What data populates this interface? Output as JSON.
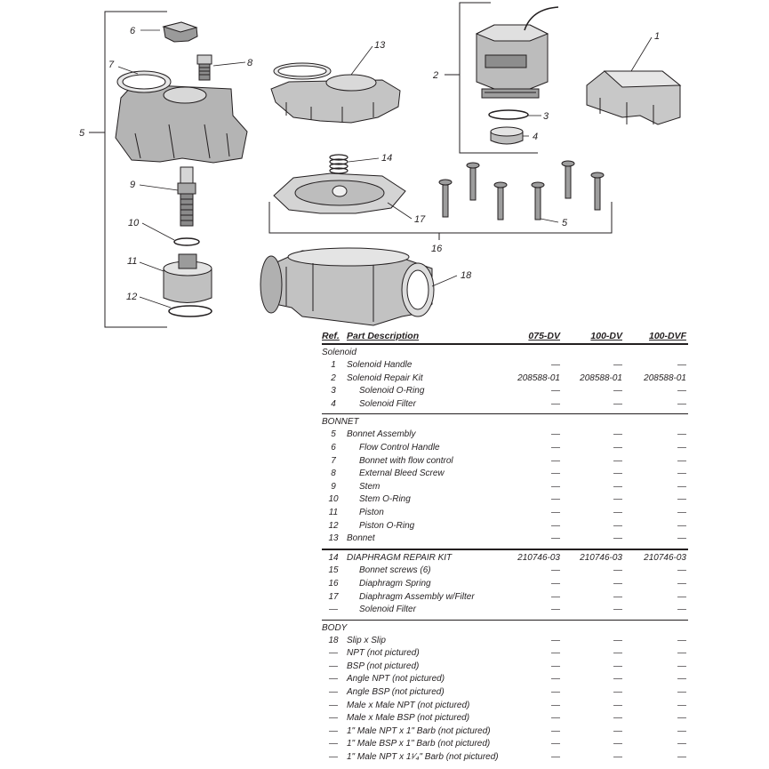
{
  "diagram": {
    "callouts": [
      "1",
      "2",
      "3",
      "4",
      "5",
      "6",
      "7",
      "8",
      "9",
      "10",
      "11",
      "12",
      "13",
      "14",
      "16",
      "17",
      "18"
    ]
  },
  "table": {
    "headers": {
      "ref": "Ref.",
      "desc": "Part Description",
      "col1": "075-DV",
      "col2": "100-DV",
      "col3": "100-DVF"
    },
    "sections": [
      {
        "title": "Solenoid",
        "rows": [
          {
            "ref": "1",
            "desc": "Solenoid Handle",
            "indent": false,
            "v": [
              "—",
              "—",
              "—"
            ]
          },
          {
            "ref": "2",
            "desc": "Solenoid Repair Kit",
            "indent": false,
            "v": [
              "208588-01",
              "208588-01",
              "208588-01"
            ]
          },
          {
            "ref": "3",
            "desc": "Solenoid O-Ring",
            "indent": true,
            "v": [
              "—",
              "—",
              "—"
            ]
          },
          {
            "ref": "4",
            "desc": "Solenoid Filter",
            "indent": true,
            "v": [
              "—",
              "—",
              "—"
            ]
          }
        ]
      },
      {
        "title": "BONNET",
        "rows": [
          {
            "ref": "5",
            "desc": "Bonnet Assembly",
            "indent": false,
            "v": [
              "—",
              "—",
              "—"
            ]
          },
          {
            "ref": "6",
            "desc": "Flow Control Handle",
            "indent": true,
            "v": [
              "—",
              "—",
              "—"
            ]
          },
          {
            "ref": "7",
            "desc": "Bonnet with flow control",
            "indent": true,
            "v": [
              "—",
              "—",
              "—"
            ]
          },
          {
            "ref": "8",
            "desc": "External Bleed Screw",
            "indent": true,
            "v": [
              "—",
              "—",
              "—"
            ]
          },
          {
            "ref": "9",
            "desc": "Stem",
            "indent": true,
            "v": [
              "—",
              "—",
              "—"
            ]
          },
          {
            "ref": "10",
            "desc": "Stem O-Ring",
            "indent": true,
            "v": [
              "—",
              "—",
              "—"
            ]
          },
          {
            "ref": "11",
            "desc": "Piston",
            "indent": true,
            "v": [
              "—",
              "—",
              "—"
            ]
          },
          {
            "ref": "12",
            "desc": "Piston O-Ring",
            "indent": true,
            "v": [
              "—",
              "—",
              "—"
            ]
          },
          {
            "ref": "13",
            "desc": "Bonnet",
            "indent": false,
            "v": [
              "—",
              "—",
              "—"
            ]
          }
        ]
      },
      {
        "title": "",
        "rows": [
          {
            "ref": "14",
            "desc": "DIAPHRAGM REPAIR KIT",
            "indent": false,
            "v": [
              "210746-03",
              "210746-03",
              "210746-03"
            ]
          },
          {
            "ref": "15",
            "desc": "Bonnet screws (6)",
            "indent": true,
            "v": [
              "—",
              "—",
              "—"
            ]
          },
          {
            "ref": "16",
            "desc": "Diaphragm Spring",
            "indent": true,
            "v": [
              "—",
              "—",
              "—"
            ]
          },
          {
            "ref": "17",
            "desc": "Diaphragm Assembly w/Filter",
            "indent": true,
            "v": [
              "—",
              "—",
              "—"
            ]
          },
          {
            "ref": "—",
            "desc": "Solenoid Filter",
            "indent": true,
            "v": [
              "—",
              "—",
              "—"
            ]
          }
        ]
      },
      {
        "title": "BODY",
        "rows": [
          {
            "ref": "18",
            "desc": "Slip x Slip",
            "indent": false,
            "v": [
              "—",
              "—",
              "—"
            ]
          },
          {
            "ref": "—",
            "desc": "NPT (not pictured)",
            "indent": false,
            "v": [
              "—",
              "—",
              "—"
            ]
          },
          {
            "ref": "—",
            "desc": "BSP (not pictured)",
            "indent": false,
            "v": [
              "—",
              "—",
              "—"
            ]
          },
          {
            "ref": "—",
            "desc": "Angle NPT (not pictured)",
            "indent": false,
            "v": [
              "—",
              "—",
              "—"
            ]
          },
          {
            "ref": "—",
            "desc": "Angle BSP (not pictured)",
            "indent": false,
            "v": [
              "—",
              "—",
              "—"
            ]
          },
          {
            "ref": "—",
            "desc": "Male x Male NPT (not pictured)",
            "indent": false,
            "v": [
              "—",
              "—",
              "—"
            ]
          },
          {
            "ref": "—",
            "desc": "Male x Male BSP (not pictured)",
            "indent": false,
            "v": [
              "—",
              "—",
              "—"
            ]
          },
          {
            "ref": "—",
            "desc": "1\" Male NPT x 1\" Barb (not pictured)",
            "indent": false,
            "v": [
              "—",
              "—",
              "—"
            ]
          },
          {
            "ref": "—",
            "desc": "1\" Male BSP x 1\" Barb (not pictured)",
            "indent": false,
            "v": [
              "—",
              "—",
              "—"
            ]
          },
          {
            "ref": "—",
            "desc": "1\" Male NPT x 1¹⁄₄\" Barb (not pictured)",
            "indent": false,
            "v": [
              "—",
              "—",
              "—"
            ]
          }
        ]
      }
    ]
  }
}
